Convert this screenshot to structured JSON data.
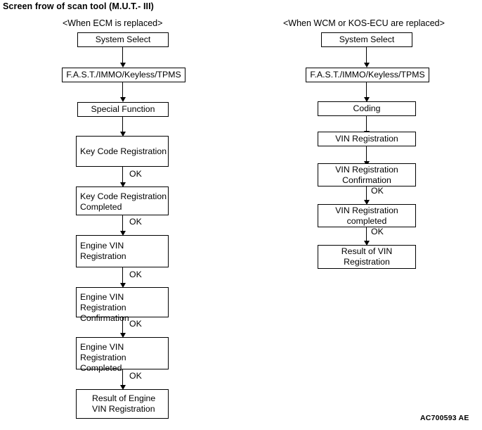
{
  "document": {
    "title": "Screen frow of scan tool (M.U.T.- III)",
    "figure_code": "AC700593 AE"
  },
  "columns": [
    {
      "id": "ecm",
      "heading": "<When ECM is replaced>",
      "nodes": [
        {
          "id": "ecm-system-select",
          "label": "System Select"
        },
        {
          "id": "ecm-fast-immo",
          "label": "F.A.S.T./IMMO/Keyless/TPMS"
        },
        {
          "id": "ecm-special-function",
          "label": "Special Function"
        },
        {
          "id": "ecm-key-code-registration",
          "label": "Key Code Registration"
        },
        {
          "id": "ecm-key-code-registration-completed",
          "label": "Key Code Registration\nCompleted"
        },
        {
          "id": "ecm-engine-vin-registration",
          "label": "Engine VIN Registration"
        },
        {
          "id": "ecm-engine-vin-registration-confirmation",
          "label": "Engine VIN Registration\nConfirmation"
        },
        {
          "id": "ecm-engine-vin-registration-completed",
          "label": "Engine VIN Registration\nCompleted"
        },
        {
          "id": "ecm-result-of-engine-vin-registration",
          "label": "Result of Engine\nVIN Registration"
        }
      ],
      "transitions": [
        {
          "id": "ecm-ok-1",
          "label": "OK"
        },
        {
          "id": "ecm-ok-2",
          "label": "OK"
        },
        {
          "id": "ecm-ok-3",
          "label": "OK"
        },
        {
          "id": "ecm-ok-4",
          "label": "OK"
        },
        {
          "id": "ecm-ok-5",
          "label": "OK"
        }
      ]
    },
    {
      "id": "wcm",
      "heading": "<When WCM or KOS-ECU are replaced>",
      "nodes": [
        {
          "id": "wcm-system-select",
          "label": "System Select"
        },
        {
          "id": "wcm-fast-immo",
          "label": "F.A.S.T./IMMO/Keyless/TPMS"
        },
        {
          "id": "wcm-coding",
          "label": "Coding"
        },
        {
          "id": "wcm-vin-registration",
          "label": "VIN Registration"
        },
        {
          "id": "wcm-vin-registration-confirmation",
          "label": "VIN Registration\nConfirmation"
        },
        {
          "id": "wcm-vin-registration-completed",
          "label": "VIN Registration\ncompleted"
        },
        {
          "id": "wcm-result-of-vin-registration",
          "label": "Result of VIN\nRegistration"
        }
      ],
      "transitions": [
        {
          "id": "wcm-ok-1",
          "label": "OK"
        },
        {
          "id": "wcm-ok-2",
          "label": "OK"
        }
      ]
    }
  ]
}
